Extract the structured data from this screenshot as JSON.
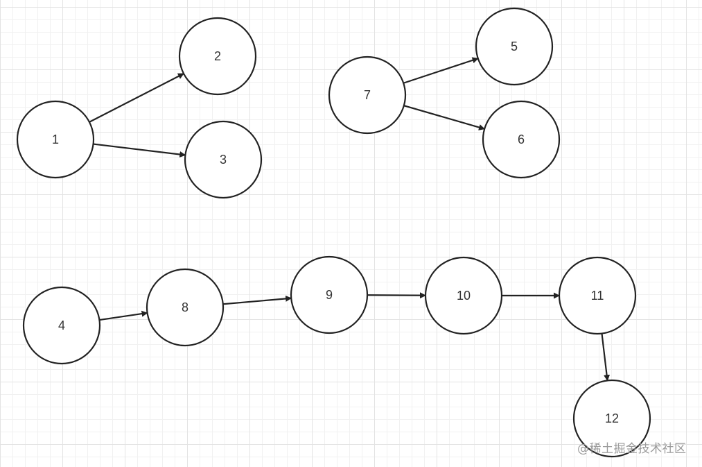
{
  "diagram": {
    "nodes": [
      {
        "id": "1",
        "label": "1"
      },
      {
        "id": "2",
        "label": "2"
      },
      {
        "id": "3",
        "label": "3"
      },
      {
        "id": "7",
        "label": "7"
      },
      {
        "id": "5",
        "label": "5"
      },
      {
        "id": "6",
        "label": "6"
      },
      {
        "id": "4",
        "label": "4"
      },
      {
        "id": "8",
        "label": "8"
      },
      {
        "id": "9",
        "label": "9"
      },
      {
        "id": "10",
        "label": "10"
      },
      {
        "id": "11",
        "label": "11"
      },
      {
        "id": "12",
        "label": "12"
      }
    ],
    "edges": [
      {
        "from": "1",
        "to": "2"
      },
      {
        "from": "1",
        "to": "3"
      },
      {
        "from": "7",
        "to": "5"
      },
      {
        "from": "7",
        "to": "6"
      },
      {
        "from": "4",
        "to": "8"
      },
      {
        "from": "8",
        "to": "9"
      },
      {
        "from": "9",
        "to": "10"
      },
      {
        "from": "10",
        "to": "11"
      },
      {
        "from": "11",
        "to": "12"
      }
    ],
    "colors": {
      "stroke": "#222222",
      "fill": "#ffffff",
      "label": "#333333"
    }
  },
  "watermark": "@稀土掘金技术社区"
}
